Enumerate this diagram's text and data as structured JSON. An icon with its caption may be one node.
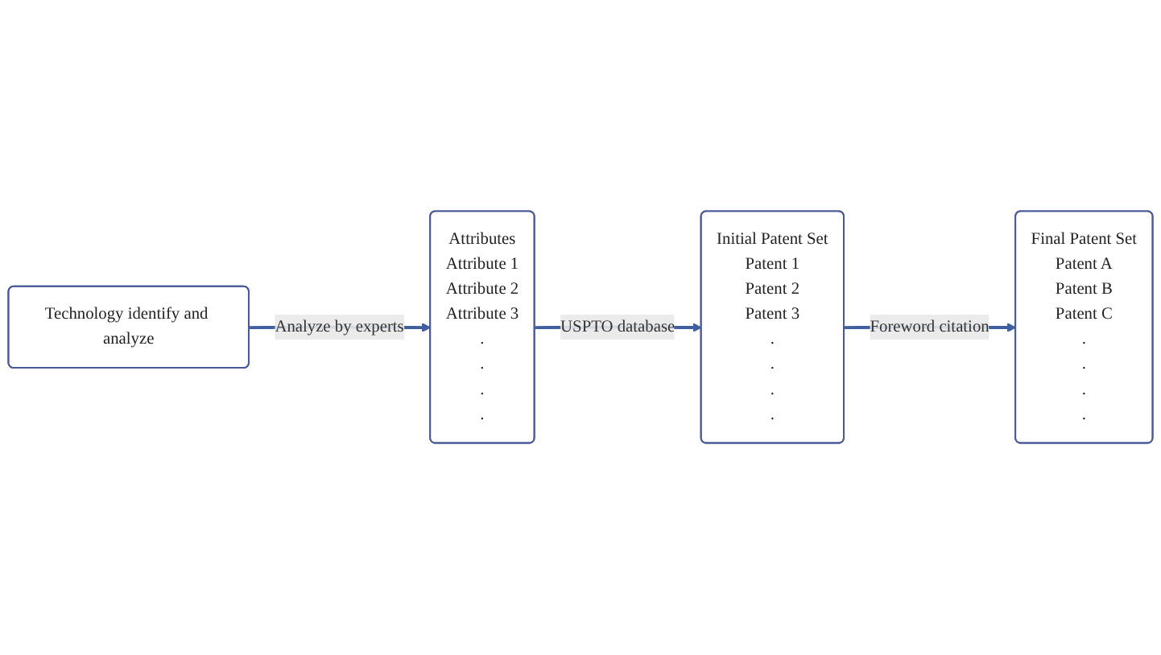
{
  "diagram": {
    "nodes": [
      {
        "text": [
          "Technology identify and analyze"
        ]
      },
      {
        "text": [
          "Attributes",
          "Attribute 1",
          "Attribute 2",
          "Attribute 3",
          ".",
          ".",
          ".",
          "."
        ]
      },
      {
        "text": [
          "Initial Patent Set",
          "Patent 1",
          "Patent 2",
          "Patent 3",
          ".",
          ".",
          ".",
          "."
        ]
      },
      {
        "text": [
          "Final Patent Set",
          "Patent A",
          "Patent B",
          "Patent C",
          ".",
          ".",
          ".",
          "."
        ]
      }
    ],
    "edges": [
      {
        "from": 0,
        "to": 1,
        "arrow": "to",
        "label": "Analyze by experts"
      },
      {
        "from": 1,
        "to": 2,
        "arrow": "to",
        "label": "USPTO database"
      },
      {
        "from": 2,
        "to": 3,
        "arrow": "to",
        "label": "Foreword citation"
      }
    ]
  }
}
